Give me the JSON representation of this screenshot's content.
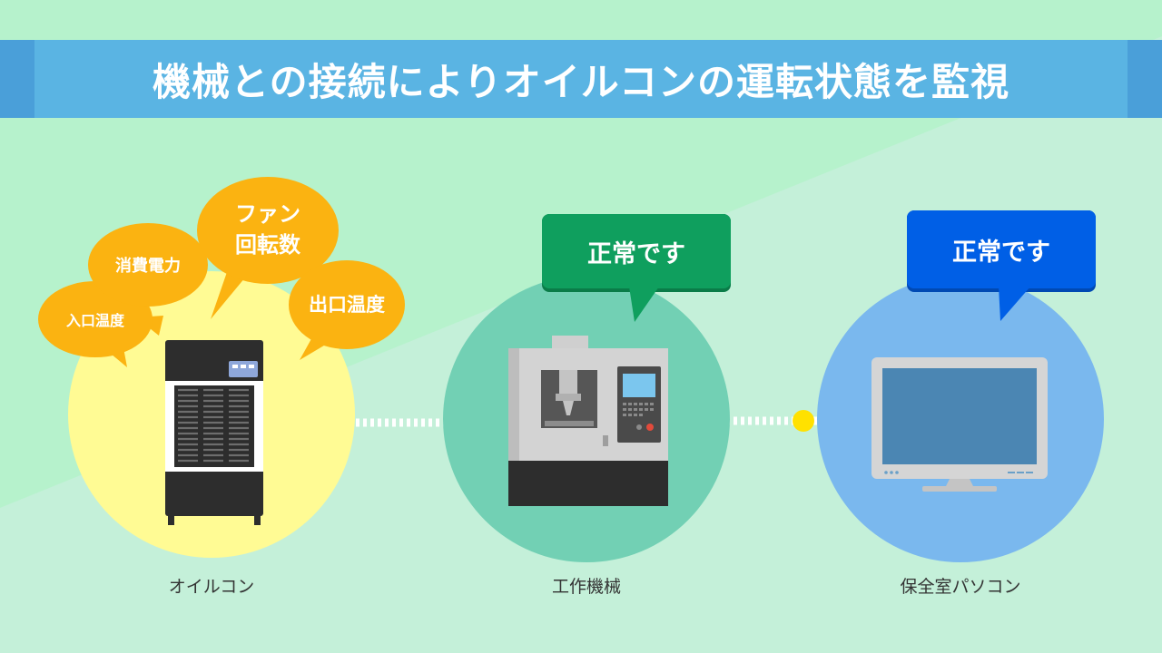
{
  "title": "機械との接続によりオイルコンの運転状態を監視",
  "colors": {
    "title_bar": "#5ab4e3",
    "background": "#c4f0d9",
    "bubble_orange": "#fbb311",
    "circle_yellow": "#fffb94",
    "circle_teal": "#72d0b4",
    "circle_blue": "#7ab8ee",
    "speech_green": "#0f9f5e",
    "speech_blue": "#005fe6",
    "connector_dot": "#ffe100"
  },
  "oilcon": {
    "caption": "オイルコン",
    "bubbles": {
      "inlet_temp": "入口温度",
      "power": "消費電力",
      "fan_line1": "ファン",
      "fan_line2": "回転数",
      "outlet_temp": "出口温度"
    }
  },
  "machine": {
    "caption": "工作機械",
    "status": "正常です"
  },
  "pc": {
    "caption": "保全室パソコン",
    "status": "正常です"
  }
}
